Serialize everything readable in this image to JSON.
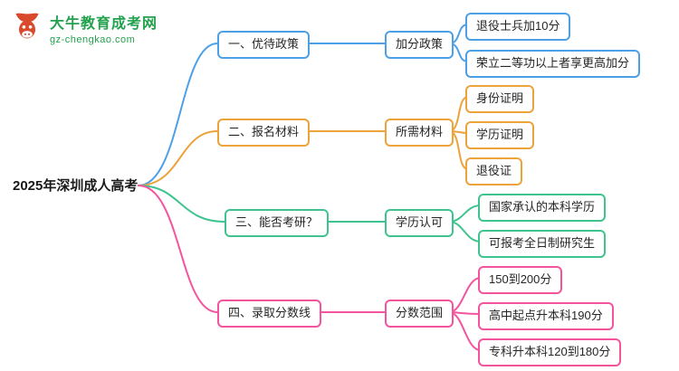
{
  "logo": {
    "icon": "bull-icon",
    "brand": "大牛教育成考网",
    "domain": "gz-chengkao.com"
  },
  "root": {
    "label": "2025年深圳成人高考"
  },
  "branches": [
    {
      "label": "一、优待政策",
      "color": "#4DA0E6",
      "mid": "加分政策",
      "leaves": [
        "退役士兵加10分",
        "荣立二等功以上者享更高加分"
      ]
    },
    {
      "label": "二、报名材料",
      "color": "#EDA33C",
      "mid": "所需材料",
      "leaves": [
        "身份证明",
        "学历证明",
        "退役证"
      ]
    },
    {
      "label": "三、能否考研？",
      "color": "#3FC48F",
      "mid": "学历认可",
      "leaves": [
        "国家承认的本科学历",
        "可报考全日制研究生"
      ]
    },
    {
      "label": "四、录取分数线",
      "color": "#F4549E",
      "mid": "分数范围",
      "leaves": [
        "150到200分",
        "高中起点升本科190分",
        "专科升本科120到180分"
      ]
    }
  ]
}
